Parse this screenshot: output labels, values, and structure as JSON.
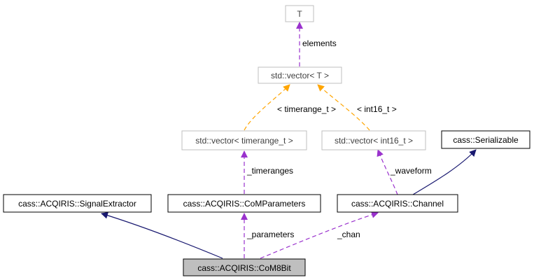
{
  "nodes": {
    "t": "T",
    "vector_t": "std::vector< T >",
    "vector_timerange": "std::vector< timerange_t >",
    "vector_int16": "std::vector< int16_t >",
    "serializable": "cass::Serializable",
    "signal_extractor": "cass::ACQIRIS::SignalExtractor",
    "com_parameters": "cass::ACQIRIS::CoMParameters",
    "channel": "cass::ACQIRIS::Channel",
    "com8bit": "cass::ACQIRIS::CoM8Bit"
  },
  "edge_labels": {
    "elements": "elements",
    "timerange_t": "< timerange_t >",
    "int16_t": "< int16_t >",
    "timeranges": "_timeranges",
    "waveform": "_waveform",
    "parameters": "_parameters",
    "chan": "_chan"
  },
  "colors": {
    "member_edge": "#9a32cd",
    "template_edge": "#ffa500",
    "inheritance_edge": "#191970",
    "highlight_fill": "#bfbfbf",
    "external_border": "#bfbfbf"
  }
}
